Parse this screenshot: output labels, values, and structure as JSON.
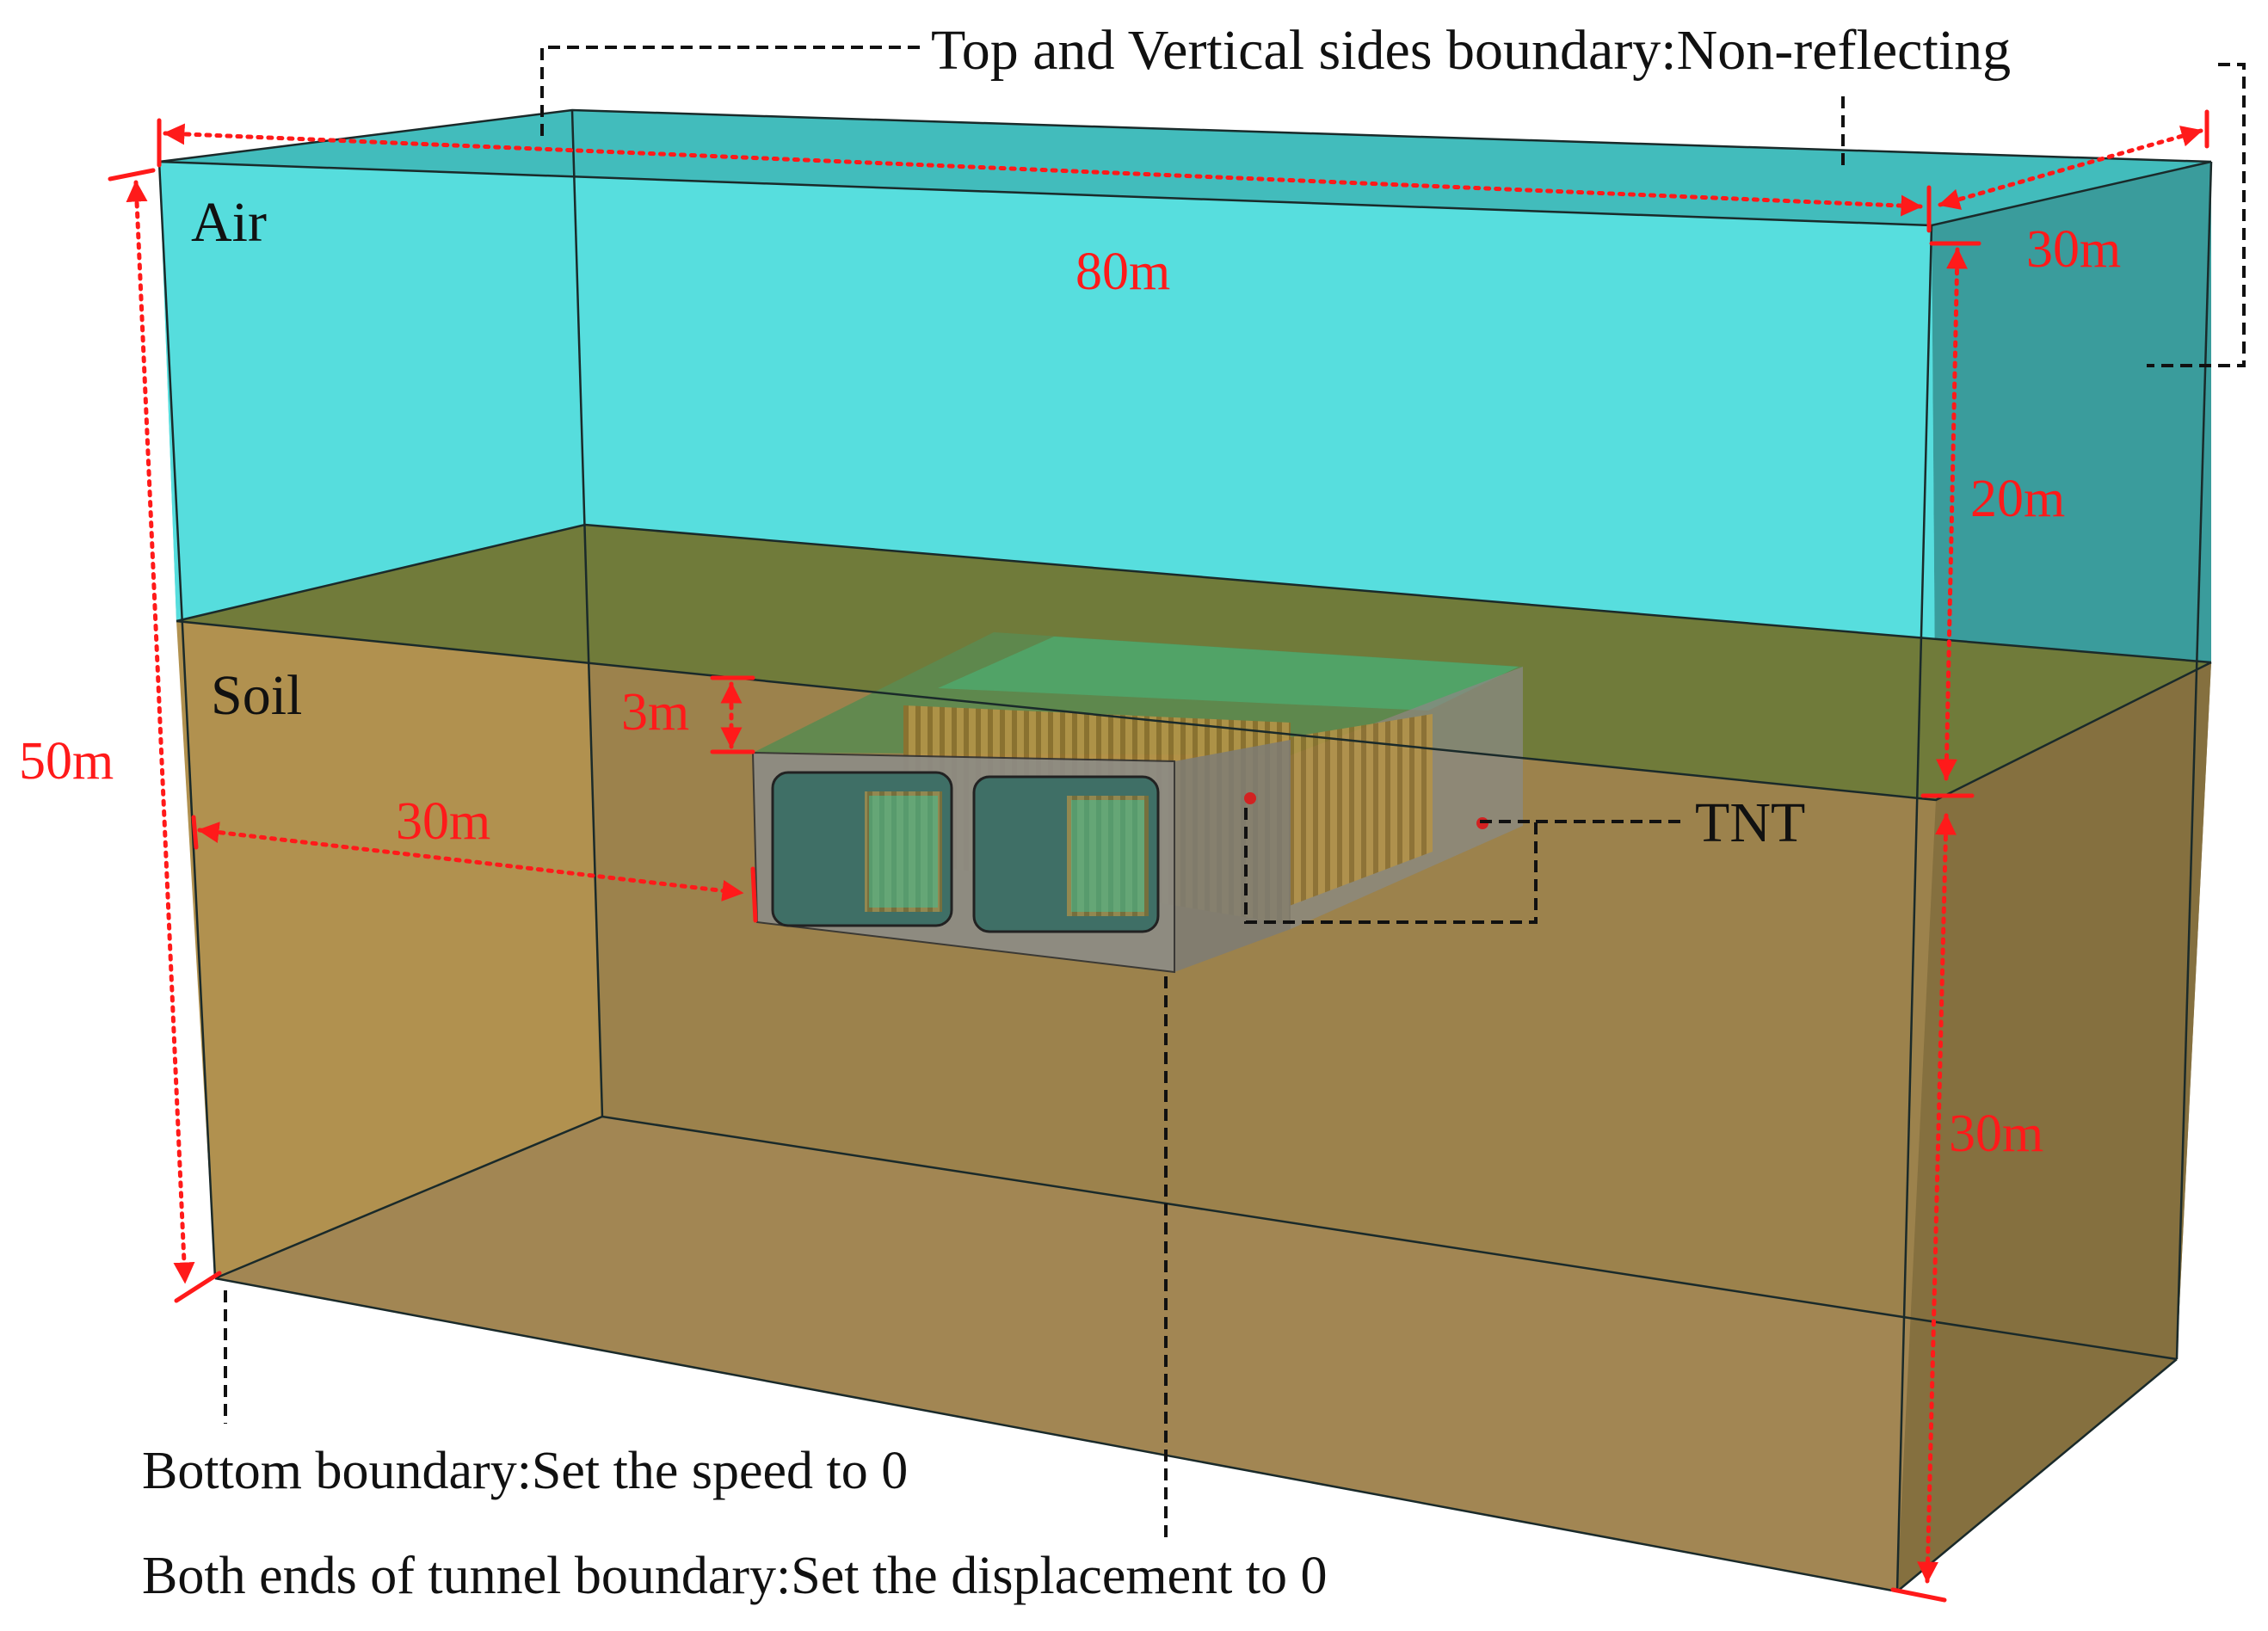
{
  "labels": {
    "air": "Air",
    "soil": "Soil",
    "tnt": "TNT",
    "top_boundary": "Top and Vertical sides boundary:Non-reflecting",
    "bottom_boundary": "Bottom boundary:Set the speed to 0",
    "tunnel_boundary": "Both ends of tunnel boundary:Set the displacement to 0"
  },
  "dimensions": {
    "length": "80m",
    "width": "30m",
    "total_height": "50m",
    "air_height": "20m",
    "soil_height": "30m",
    "cover_depth": "3m",
    "side_distance": "30m"
  },
  "colors": {
    "air": "#4fe6e6",
    "soil": "#b89552",
    "dimension": "#ff1a1a",
    "leader": "#111111"
  }
}
